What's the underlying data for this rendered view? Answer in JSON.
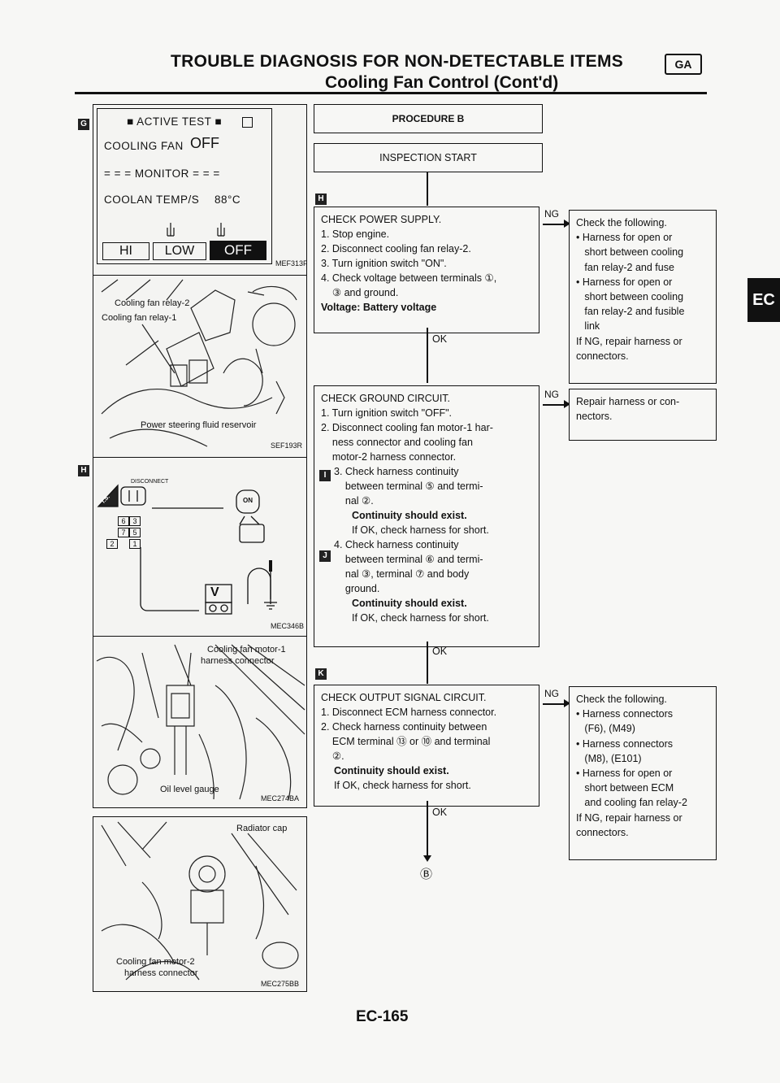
{
  "header": {
    "title": "TROUBLE DIAGNOSIS FOR NON-DETECTABLE ITEMS",
    "subtitle": "Cooling Fan Control (Cont'd)",
    "badge": "GA",
    "side_tab": "EC"
  },
  "figures": {
    "marker_g": "G",
    "marker_h": "H",
    "marker_k": "K",
    "active_test": {
      "title": "■ ACTIVE TEST ■",
      "label": "COOLING FAN",
      "value": "OFF",
      "monitor": "= = = MONITOR = = =",
      "temp_label": "COOLAN TEMP/S",
      "temp_value": "88°C",
      "btn_hi": "HI",
      "btn_low": "LOW",
      "btn_off": "OFF",
      "code": "MEF313F"
    },
    "relay": {
      "label_1": "Cooling fan relay-2",
      "label_2": "Cooling fan relay-1",
      "label_3": "Power steering fluid reservoir",
      "code": "SEF193R"
    },
    "harness": {
      "disconnect": "DISCONNECT",
      "ts": "T.S.",
      "on": "ON",
      "pins": [
        "6",
        "3",
        "7",
        "5",
        "2",
        "1"
      ],
      "v": "V",
      "code": "MEC346B"
    },
    "motor1": {
      "label_1": "Cooling fan motor-1",
      "label_2": "harness connector",
      "label_3": "Oil level gauge",
      "code": "MEC274BA"
    },
    "motor2": {
      "label_1": "Radiator cap",
      "label_2": "Cooling fan motor-2",
      "label_3": "harness connector",
      "code": "MEC275BB"
    }
  },
  "flow": {
    "procedure": "PROCEDURE B",
    "start": "INSPECTION START",
    "step1": {
      "title": "CHECK POWER SUPPLY.",
      "lines": [
        "1. Stop engine.",
        "2. Disconnect cooling fan relay-2.",
        "3. Turn ignition switch \"ON\".",
        "4. Check voltage between terminals ①,",
        "    ③ and ground."
      ],
      "bold": "Voltage: Battery voltage"
    },
    "step2": {
      "title": "CHECK GROUND CIRCUIT.",
      "lines": [
        "1. Turn ignition switch \"OFF\".",
        "2. Disconnect cooling fan motor-1 har-",
        "    ness connector and cooling fan",
        "    motor-2 harness connector.",
        "3. Check harness continuity",
        "    between terminal ⑤ and termi-",
        "    nal ②."
      ],
      "bold_1": "Continuity should exist.",
      "line_a": "If OK, check harness for short.",
      "lines_b": [
        "4. Check harness continuity",
        "    between terminal ⑥ and termi-",
        "    nal ③, terminal ⑦ and body",
        "    ground."
      ],
      "bold_2": "Continuity should exist.",
      "line_b": "If OK, check harness for short.",
      "marker_i": "I",
      "marker_j": "J"
    },
    "step3": {
      "title": "CHECK OUTPUT SIGNAL CIRCUIT.",
      "lines": [
        "1. Disconnect ECM harness connector.",
        "2. Check harness continuity between",
        "    ECM terminal ⑬ or ⑩ and terminal",
        "    ②."
      ],
      "bold": "Continuity should exist.",
      "line_end": "If OK, check harness for short."
    },
    "ng": "NG",
    "ok": "OK",
    "end": "Ⓑ",
    "result1": [
      "Check the following.",
      "• Harness for open or",
      "   short between cooling",
      "   fan relay-2 and fuse",
      "• Harness for open or",
      "   short between cooling",
      "   fan relay-2 and fusible",
      "   link",
      "If NG, repair harness or",
      "connectors."
    ],
    "result2": [
      "Repair harness or con-",
      "nectors."
    ],
    "result3": [
      "Check the following.",
      "• Harness connectors",
      "   (F6), (M49)",
      "• Harness connectors",
      "   (M8), (E101)",
      "• Harness for open or",
      "   short between ECM",
      "   and cooling fan relay-2",
      "If NG, repair harness or",
      "connectors."
    ]
  },
  "footer": {
    "page_number": "EC-165"
  }
}
